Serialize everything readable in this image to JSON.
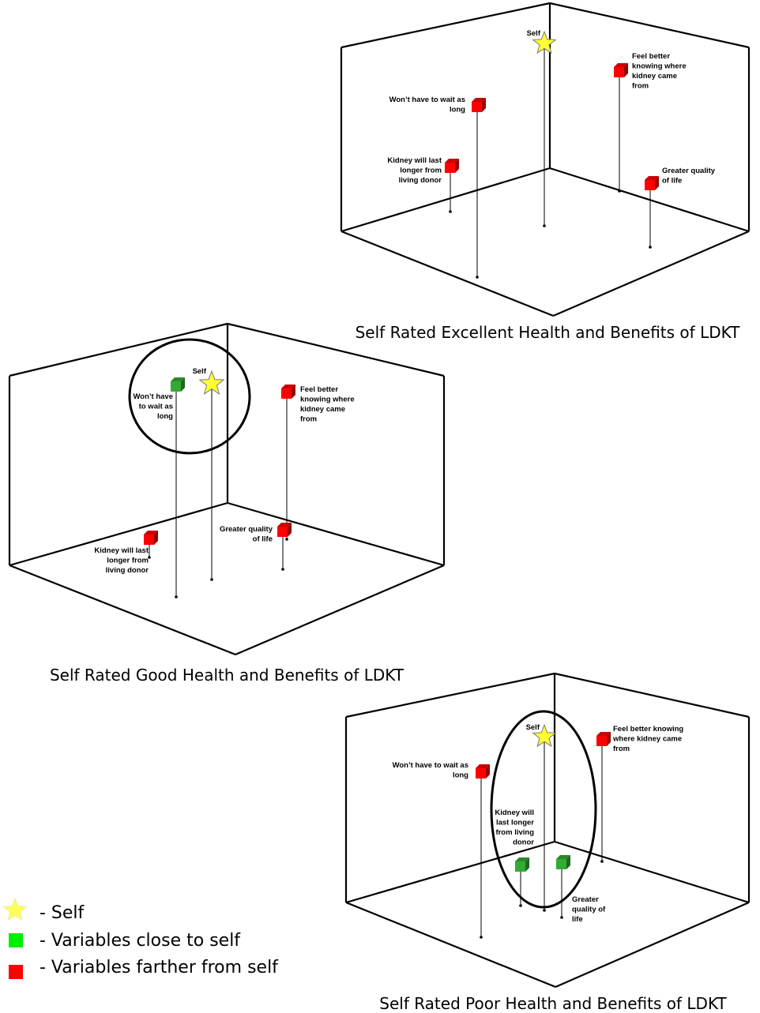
{
  "panels": [
    {
      "caption": "Self Rated Excellent Health and Benefits of LDKT",
      "markers": [
        {
          "id": "self",
          "shape": "star",
          "color": "#ffff33",
          "label": "Self"
        },
        {
          "id": "wait",
          "shape": "cube",
          "color": "#ff0000",
          "label": [
            "Won’t have to wait as",
            "long"
          ]
        },
        {
          "id": "feel",
          "shape": "cube",
          "color": "#ff0000",
          "label": [
            "Feel better",
            "knowing where",
            "kidney came",
            "from"
          ]
        },
        {
          "id": "kidney",
          "shape": "cube",
          "color": "#ff0000",
          "label": [
            "Kidney will last",
            "longer from",
            "living donor"
          ]
        },
        {
          "id": "quality",
          "shape": "cube",
          "color": "#ff0000",
          "label": [
            "Greater quality",
            "of life"
          ]
        }
      ]
    },
    {
      "caption": "Self Rated Good Health and Benefits of LDKT",
      "markers": [
        {
          "id": "wait",
          "shape": "cube",
          "color": "#33aa33",
          "label": [
            "Won’t have",
            "to wait as",
            "long"
          ]
        },
        {
          "id": "self",
          "shape": "star",
          "color": "#ffff33",
          "label": "Self"
        },
        {
          "id": "feel",
          "shape": "cube",
          "color": "#ff0000",
          "label": [
            "Feel better",
            "knowing where",
            "kidney came",
            "from"
          ]
        },
        {
          "id": "kidney",
          "shape": "cube",
          "color": "#ff0000",
          "label": [
            "Kidney will last",
            "longer from",
            "living donor"
          ]
        },
        {
          "id": "quality",
          "shape": "cube",
          "color": "#ff0000",
          "label": [
            "Greater quality",
            "of life"
          ]
        }
      ]
    },
    {
      "caption": "Self Rated Poor Health and Benefits of LDKT",
      "markers": [
        {
          "id": "self",
          "shape": "star",
          "color": "#ffff33",
          "label": "Self"
        },
        {
          "id": "feel",
          "shape": "cube",
          "color": "#ff0000",
          "label": [
            "Feel better knowing",
            "where kidney came",
            "from"
          ]
        },
        {
          "id": "wait",
          "shape": "cube",
          "color": "#ff0000",
          "label": [
            "Won’t have to wait as",
            "long"
          ]
        },
        {
          "id": "kidney",
          "shape": "cube",
          "color": "#33aa33",
          "label": [
            "Kidney will",
            "last longer",
            "from living",
            "donor"
          ]
        },
        {
          "id": "quality",
          "shape": "cube",
          "color": "#33aa33",
          "label": [
            "Greater",
            "quality of",
            "life"
          ]
        }
      ]
    }
  ],
  "legend": [
    {
      "icon": "star-icon",
      "color": "#ffff33",
      "label": "- Self"
    },
    {
      "icon": "green-square-icon",
      "color": "#00ee00",
      "label": "- Variables close to self"
    },
    {
      "icon": "red-square-icon",
      "color": "#ff0000",
      "label": "- Variables farther from self"
    }
  ]
}
